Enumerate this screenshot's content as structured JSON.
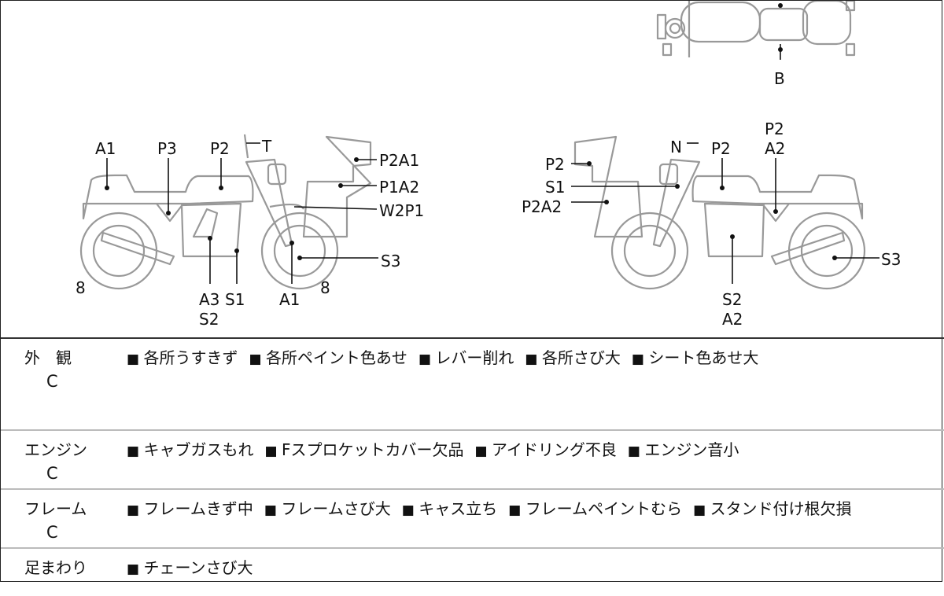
{
  "top_view": {
    "label": "B"
  },
  "left_bike": {
    "labels": [
      "A1",
      "P3",
      "P2",
      "T",
      "P2A1",
      "P1A2",
      "W2P1",
      "S3",
      "8",
      "A3",
      "S1",
      "S2",
      "A1",
      "8"
    ]
  },
  "right_bike": {
    "labels": [
      "N",
      "P2",
      "P2",
      "A2",
      "P2",
      "S1",
      "P2A2",
      "S3",
      "S2",
      "A2"
    ]
  },
  "colors": {
    "repair_highlight": "#e06060"
  },
  "rows": [
    {
      "header": "外　観",
      "grade": "C",
      "items": [
        "各所うすきず",
        "各所ペイント色あせ",
        "レバー削れ",
        "各所さび大",
        "シート色あせ大"
      ]
    },
    {
      "header": "エンジン",
      "grade": "C",
      "items": [
        "キャブガスもれ",
        "Fスプロケットカバー欠品",
        "アイドリング不良",
        "エンジン音小"
      ]
    },
    {
      "header": "フレーム",
      "grade": "C",
      "items": [
        "フレームきず中",
        "フレームさび大",
        "キャス立ち",
        "フレームペイントむら",
        "スタンド付け根欠損"
      ]
    },
    {
      "header": "足まわり",
      "items": [
        "チェーンさび大"
      ]
    }
  ]
}
